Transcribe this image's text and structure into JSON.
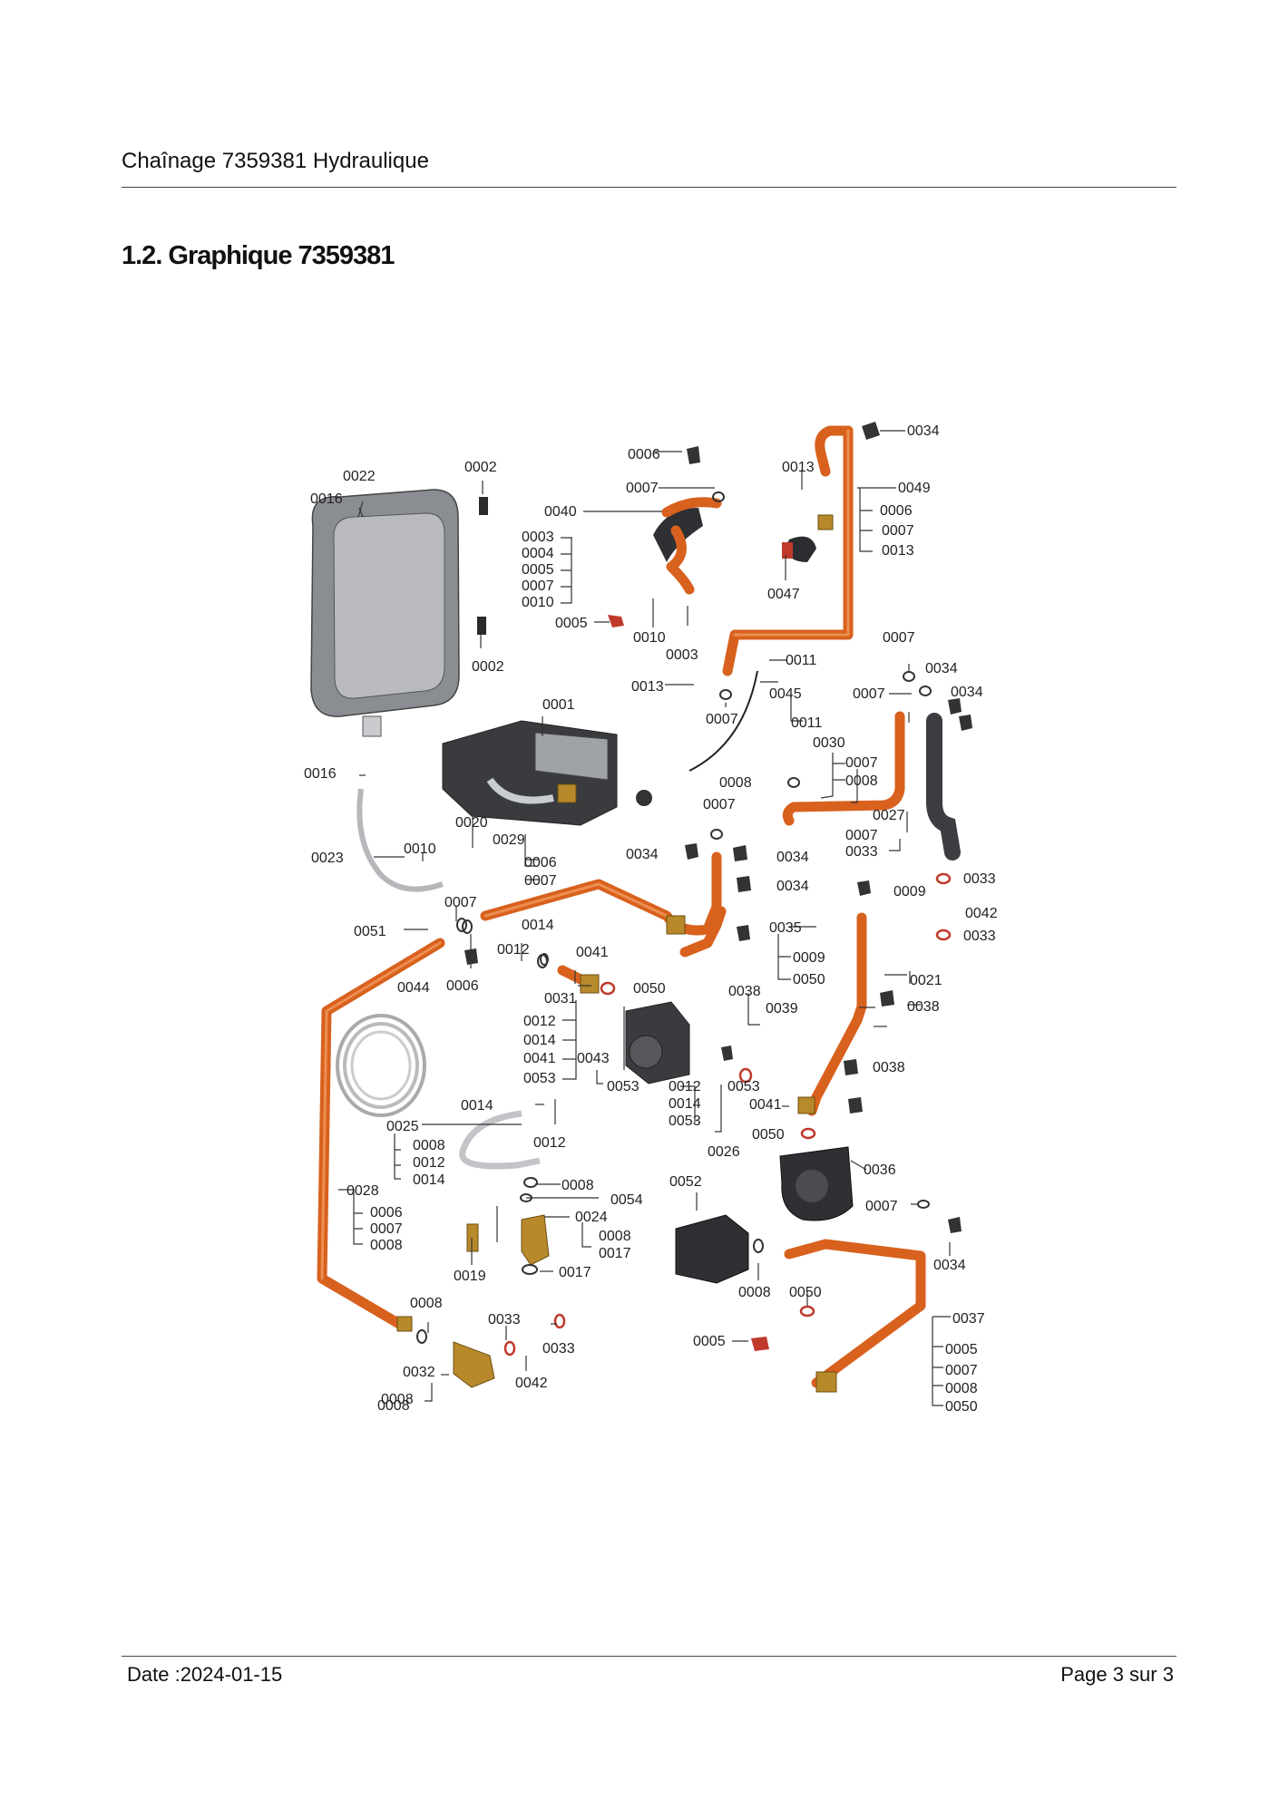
{
  "header": {
    "title": "Chaînage 7359381 Hydraulique"
  },
  "section": {
    "heading": "1.2. Graphique 7359381"
  },
  "footer": {
    "date": "Date :2024-01-15",
    "page_label": "Page 3 sur",
    "page_total": "3"
  },
  "diagram": {
    "labels": [
      "0034",
      "0006",
      "0007",
      "0013",
      "0049",
      "0006",
      "0007",
      "0013",
      "0040",
      "0003",
      "0004",
      "0005",
      "0007",
      "0010",
      "0047",
      "0005",
      "0010",
      "0003",
      "0011",
      "0013",
      "0045",
      "0011",
      "0007",
      "0022",
      "0016",
      "0002",
      "0002",
      "0001",
      "0007",
      "0034",
      "0007",
      "0034",
      "0030",
      "0007",
      "0008",
      "0008",
      "0007",
      "0027",
      "0007",
      "0033",
      "0016",
      "0020",
      "0029",
      "0006",
      "0007",
      "0023",
      "0010",
      "0034",
      "0034",
      "0034",
      "0033",
      "0009",
      "0042",
      "0033",
      "0007",
      "0051",
      "0014",
      "0012",
      "0041",
      "0050",
      "0035",
      "0009",
      "0050",
      "0021",
      "0006",
      "0038",
      "0038",
      "0044",
      "0031",
      "0039",
      "0012",
      "0014",
      "0041",
      "0053",
      "0043",
      "0053",
      "0053",
      "0038",
      "0012",
      "0014",
      "0053",
      "0026",
      "0041",
      "0050",
      "0014",
      "0012",
      "0025",
      "0008",
      "0012",
      "0014",
      "0036",
      "0008",
      "0054",
      "0052",
      "0007",
      "0028",
      "0006",
      "0007",
      "0008",
      "0008",
      "0024",
      "0008",
      "0017",
      "0019",
      "0017",
      "0008",
      "0050",
      "0034",
      "0008",
      "0033",
      "0033",
      "0037",
      "0005",
      "0005",
      "0007",
      "0008",
      "0050",
      "0032",
      "0042",
      "0008"
    ]
  }
}
